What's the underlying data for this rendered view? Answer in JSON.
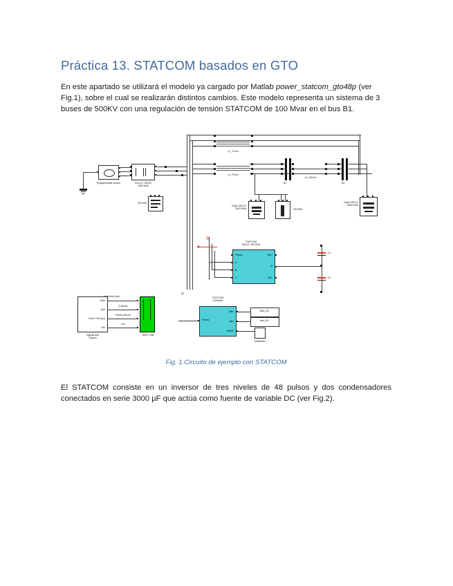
{
  "document": {
    "title": "Práctica 13. STATCOM basados en GTO",
    "paragraph1_a": "En este apartado se utilizará el modelo ya cargado por Matlab ",
    "paragraph1_model": "power_statcom_gto48p",
    "paragraph1_b": " (ver Fig.1), sobre el cual se realizarán distintos cambios. Este modelo representa un sistema de 3 buses de 500KV con una regulación de tensión STATCOM de 100 Mvar en el bus B1.",
    "figure_caption": "Fig.  1.Circuito de ejemplo con STATCOM",
    "paragraph2": "El STATCOM consiste en un inversor de tres niveles de 48 pulsos y dos condensadores conectados en serie 3000 µF que actúa como fuente de variable DC (ver Fig.2)."
  },
  "colors": {
    "heading": "#3f6a9e",
    "caption": "#3f6a9e",
    "body": "#1a1a1a",
    "block_cyan": "#4fd0d8",
    "block_green": "#00d400",
    "accent_red": "#d33a2c",
    "wire": "#3b3b3b"
  },
  "figure": {
    "name": "power_statcom_gto48p Simulink circuit",
    "blocks": [
      {
        "id": "source",
        "label": "Programmable Source"
      },
      {
        "id": "transformer",
        "label": "13.8 kV / 500 kV\n1000 MVA"
      },
      {
        "id": "load_200mw_left",
        "label": "200 MW"
      },
      {
        "id": "line_l1",
        "label": "L1_75 km"
      },
      {
        "id": "line_l2",
        "label": "L2_75 km"
      },
      {
        "id": "line_l3",
        "label": "L3_100 km"
      },
      {
        "id": "bus_b1",
        "label": "B1"
      },
      {
        "id": "bus_b2",
        "label": "B2"
      },
      {
        "id": "bus_b3",
        "label": "B3"
      },
      {
        "id": "equiv_b2",
        "label": "Equiv. 500 kV\n3000 MVA"
      },
      {
        "id": "load_200mw_mid",
        "label": "200 MW"
      },
      {
        "id": "equiv_b3",
        "label": "Equiv. 500 kV\n6000 MVA"
      },
      {
        "id": "statcom",
        "label": "STATCOM\n500 kV, 100 MVA"
      },
      {
        "id": "statcom_controller",
        "label": "STATCOM\nController"
      },
      {
        "id": "signals_scopes",
        "label": "Signals and\nScopes"
      },
      {
        "id": "multimeter_scope",
        "label": "48*6 = 288"
      },
      {
        "id": "cap_c1",
        "label": "C1"
      },
      {
        "id": "cap_c2",
        "label": "C2"
      },
      {
        "id": "q_flow",
        "label": "Q"
      },
      {
        "id": "tag_vabc_b1",
        "label": "Vabc_B1"
      },
      {
        "id": "tag_iabc_b1",
        "label": "Iabc_B1"
      },
      {
        "id": "tag_multimeter",
        "label": "Multimeter"
      }
    ],
    "statcom_ports": {
      "inputs": [
        "Pulses",
        "A",
        "B",
        "C"
      ],
      "outputs": [
        "Vdc+",
        "N",
        "Vdc-"
      ]
    },
    "controller_ports": {
      "inputs": [
        "Pulses"
      ],
      "outputs": [
        "Vabc",
        "Iabc",
        "VdcPN"
      ]
    },
    "signals_ports": [
      "Vabc",
      "Qref",
      "Vmes / Vref (pu)",
      "Vdc"
    ],
    "signal_wire_labels": [
      "Vref/Vmes (pu)",
      "Q (Mvar)",
      "Pulses (48 pu)",
      "Vdc"
    ]
  }
}
